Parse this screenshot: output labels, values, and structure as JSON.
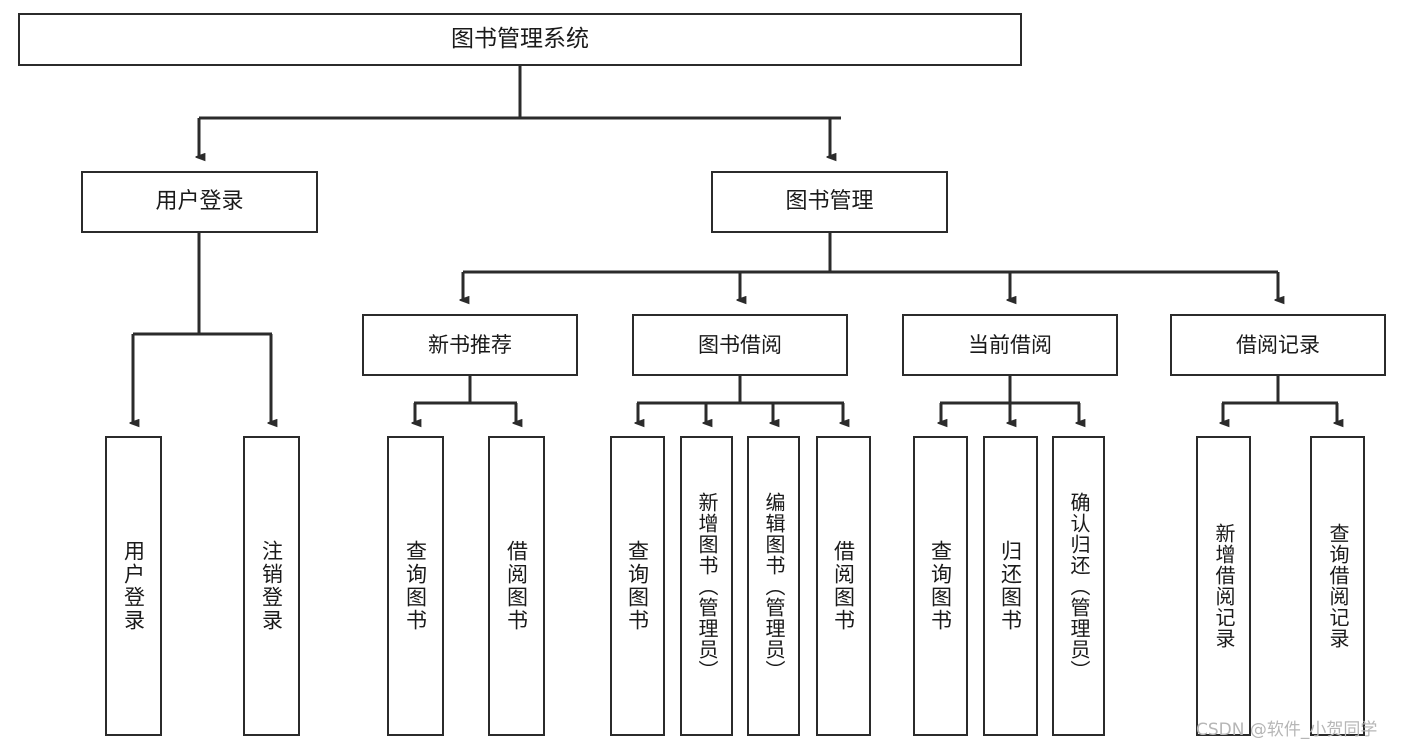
{
  "diagram": {
    "type": "tree",
    "title": "图书管理系统",
    "orientation": "top-down",
    "style": {
      "background": "#ffffff",
      "box_fill": "#ffffff",
      "box_stroke": "#2b2b2b",
      "edge_stroke": "#2b2b2b",
      "text_color": "#1a1a1a"
    },
    "root": {
      "label": "图书管理系统"
    },
    "level2": [
      {
        "label": "用户登录"
      },
      {
        "label": "图书管理"
      }
    ],
    "level3": [
      {
        "label": "新书推荐"
      },
      {
        "label": "图书借阅"
      },
      {
        "label": "当前借阅"
      },
      {
        "label": "借阅记录"
      }
    ],
    "leaves": {
      "user_login": [
        {
          "label": "用户登录"
        },
        {
          "label": "注销登录"
        }
      ],
      "new_book": [
        {
          "label": "查询图书"
        },
        {
          "label": "借阅图书"
        }
      ],
      "book_borrow": [
        {
          "label": "查询图书"
        },
        {
          "label": "新增图书（管理员）"
        },
        {
          "label": "编辑图书（管理员）"
        },
        {
          "label": "借阅图书"
        }
      ],
      "current_borrow": [
        {
          "label": "查询图书"
        },
        {
          "label": "归还图书"
        },
        {
          "label": "确认归还（管理员）"
        }
      ],
      "borrow_record": [
        {
          "label": "新增借阅记录"
        },
        {
          "label": "查询借阅记录"
        }
      ]
    }
  },
  "watermark": {
    "text": "CSDN @软件_小贺同学"
  }
}
